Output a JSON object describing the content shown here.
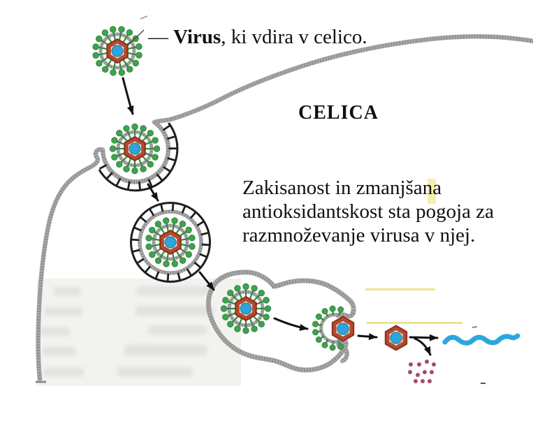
{
  "texts": {
    "callout_dash": "—",
    "callout_bold": "Virus",
    "callout_rest": ", ki vdira v celico.",
    "cell_label": "CELICA",
    "note": "Zakisanost  in zmanjšana\nantioksidantskost sta pogoja za\nrazmnoževanje virusa v njej."
  },
  "colors": {
    "spike_green": "#3fa24d",
    "spike_stem_green": "#2f8a3e",
    "spike_outline_green": "#2d7a37",
    "capsid_red": "#b44a2f",
    "capsid_border": "#8b2e1b",
    "core_blue": "#2aa5dd",
    "core_blue_border": "#457f92",
    "membrane_gray": "#a9a9a9",
    "membrane_speckle": "#7c7c7c",
    "clathrin_black": "#1e1e1e",
    "arrow_black": "#111111",
    "genome_blue": "#2ba7e0",
    "protein_dot_magenta": "#a64a6f",
    "highlight_yellow": "#e9dc72",
    "note_highlight_yellow": "#f3eca0"
  },
  "diagram": {
    "stages": [
      {
        "name": "free-virus"
      },
      {
        "name": "virus-attached-in-coated-pit"
      },
      {
        "name": "virus-in-coated-vesicle"
      },
      {
        "name": "virus-in-endosome"
      },
      {
        "name": "virus-uncoating-at-membrane"
      },
      {
        "name": "naked-capsid"
      },
      {
        "name": "released-genome-strand"
      },
      {
        "name": "capsid-protein-dots"
      }
    ]
  }
}
